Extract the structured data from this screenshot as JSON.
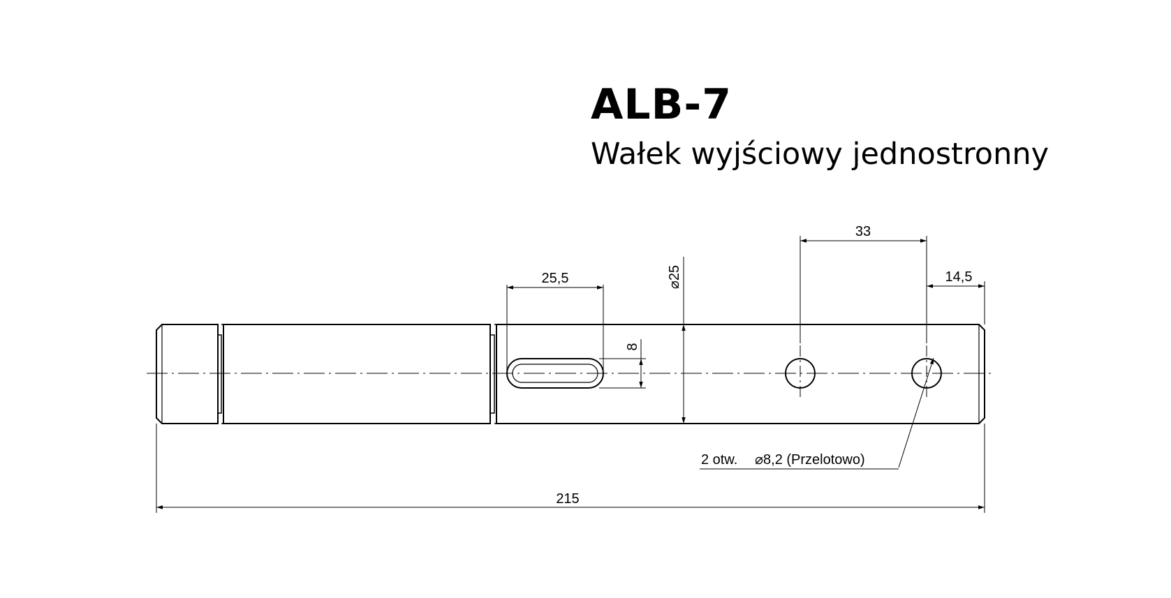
{
  "title": "ALB-7",
  "subtitle": "Wałek wyjściowy jednostronny",
  "dimensions": {
    "key_slot_length": "25,5",
    "key_slot_width": "8",
    "shaft_diameter": "⌀25",
    "hole_spacing": "33",
    "hole_to_end": "14,5",
    "total_length": "215"
  },
  "note": {
    "count_prefix": "2 otw.",
    "hole_spec": "⌀8,2 (Przelotowo)"
  }
}
